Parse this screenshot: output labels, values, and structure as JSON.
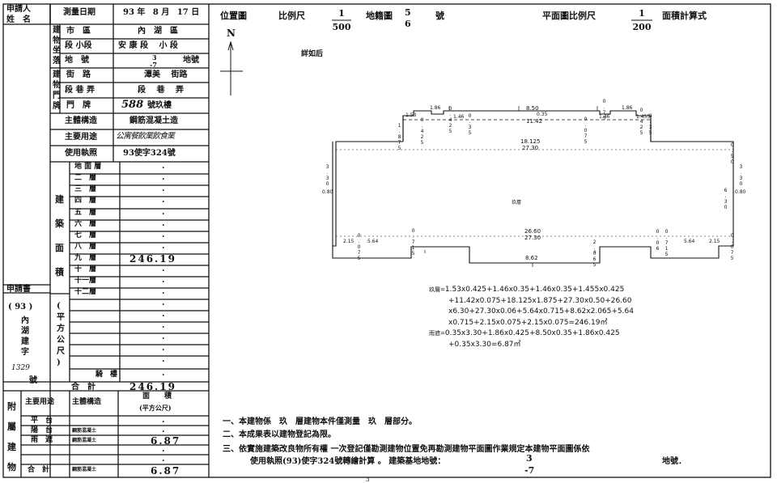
{
  "form": {
    "applicant_label": [
      "申請人",
      "姓　名"
    ],
    "survey_date_label": "測量日期",
    "survey_date": {
      "year": "93",
      "year_unit": "年",
      "month": "8",
      "month_unit": "月",
      "day": "17",
      "day_unit": "日"
    },
    "location": {
      "group_label": [
        "建",
        "物",
        "坐",
        "落"
      ],
      "city_label": "市　區",
      "city_value": "內　湖　區",
      "section_label": "段 小段",
      "section_value": "安 康 段　 小 段",
      "lot_label": "地　號",
      "lot_number_top": "3",
      "lot_number_bottom": "-7",
      "lot_suffix": "地號"
    },
    "door": {
      "group_label": [
        "建",
        "物",
        "門",
        "牌"
      ],
      "street_label": "街　路",
      "street_value": "潭美　 街路",
      "lane_label": "段 巷 弄",
      "lane_value": "段　 巷　 弄",
      "number_label": "門　牌",
      "number_value": "588",
      "number_suffix": "號玖樓"
    },
    "structure_label": "主體構造",
    "structure_value": "鋼筋混凝土造",
    "usage_label": "主要用途",
    "usage_value": "公寓餐飲業飲食業",
    "license_label": "使用執照",
    "license_value": "93使字324號",
    "area_group_label": [
      "建",
      "築",
      "面",
      "積"
    ],
    "unit_label": [
      "(",
      "平",
      "方",
      "公",
      "尺",
      ")"
    ],
    "floors": [
      {
        "label": "地 面 層",
        "value": "."
      },
      {
        "label": "二　層",
        "value": "."
      },
      {
        "label": "三　層",
        "value": "."
      },
      {
        "label": "四　層",
        "value": "."
      },
      {
        "label": "五　層",
        "value": "."
      },
      {
        "label": "六　層",
        "value": "."
      },
      {
        "label": "七　層",
        "value": "."
      },
      {
        "label": "八　層",
        "value": "."
      },
      {
        "label": "九　層",
        "value": "246.19"
      },
      {
        "label": "十　層",
        "value": "."
      },
      {
        "label": "十一層",
        "value": "."
      },
      {
        "label": "十二層",
        "value": "."
      },
      {
        "label": "",
        "value": "."
      },
      {
        "label": "",
        "value": "."
      },
      {
        "label": "",
        "value": "."
      },
      {
        "label": "",
        "value": "."
      },
      {
        "label": "",
        "value": "."
      },
      {
        "label": "",
        "value": "."
      }
    ],
    "arcade_label": "騎　樓",
    "arcade_value": ".",
    "total_label": "合　計",
    "total_value": "246.19",
    "application_label": "申請書",
    "application_year": "( 93 )",
    "application_place": [
      "內",
      "湖",
      "建",
      "字"
    ],
    "application_number": "1329",
    "application_suffix": "號"
  },
  "attached": {
    "group_label": [
      "附",
      "屬",
      "建",
      "物"
    ],
    "col_usage": "主要用途",
    "col_structure": "主體構造",
    "col_area": "面　　積",
    "col_area_unit": "(平方公尺)",
    "rows": [
      {
        "usage": "平　台",
        "structure": "",
        "area": "."
      },
      {
        "usage": "陽　台",
        "structure": "鋼筋混凝土",
        "area": "."
      },
      {
        "usage": "雨　遮",
        "structure": "鋼筋混凝土",
        "area": "6.87"
      },
      {
        "usage": "",
        "structure": "",
        "area": "."
      },
      {
        "usage": "",
        "structure": "",
        "area": "."
      }
    ],
    "total_label": "合　計",
    "total_structure": "鋼筋混凝土",
    "total_value": "6.87"
  },
  "header": {
    "location_map": "位置圖",
    "scale_label": "比例尺",
    "scale_num": "1",
    "scale_den": "500",
    "cadastral_label": "地籍圖",
    "cadastral_num": "5",
    "cadastral_den": "6",
    "cadastral_suffix": "號",
    "plan_scale_label": "平面圖比例尺",
    "plan_scale_num": "1",
    "plan_scale_den": "200",
    "area_calc_label": "面積計算式",
    "north": "N",
    "see_below": "詳如后"
  },
  "plan": {
    "floor_label": "玖層",
    "dims": {
      "top_left_1": "1.53",
      "top_left_2": "1.86",
      "top_left_3": "0.425",
      "top_left_4": "0.425",
      "top_left_5": "1.46",
      "top_left_6": "0.35",
      "top_center_1": "8.50",
      "top_center_2": "11.42",
      "top_center_3": "0.35",
      "top_right_1": "0.075",
      "top_right_2": "0.75",
      "top_right_3": "1.86",
      "top_right_4": "1.46",
      "top_right_5": "1.455",
      "top_right_6": "0.425",
      "top_right_7": "0.35",
      "left_1": "1.875",
      "inner_1": "18.125",
      "inner_2": "27.30",
      "left_side_1": "3.30",
      "left_side_2": "0.80",
      "right_side_1": "0.50",
      "right_side_2": "3.30",
      "right_side_3": "6.30",
      "right_side_4": "0.80",
      "bottom_center_1": "26.60",
      "bottom_center_2": "27.30",
      "bottom_left_1": "2.15",
      "bottom_left_2": "0.075",
      "bottom_left_3": "5.64",
      "bottom_left_4": "0.715",
      "bottom_mid": "8.62",
      "bottom_right_1": "2.065",
      "bottom_right_2": "0.06",
      "bottom_right_3": "0.715",
      "bottom_right_4": "5.64",
      "bottom_right_5": "2.15",
      "bottom_right_6": "0.075"
    },
    "calc": {
      "label_9f": "玖層=",
      "line1": "1.53x0.425+1.46x0.35+1.46x0.35+1.455x0.425",
      "line2": "+11.42x0.075+18.125x1.875+27.30x0.50+26.60",
      "line3": "x6.30+27.30x0.06+5.64x0.715+8.62x2.065+5.64",
      "line4": "x0.715+2.15x0.075+2.15x0.075=246.19㎡",
      "label_rain": "雨遮=",
      "line5": "0.35x3.30+1.86x0.425+8.50x0.35+1.86x0.425",
      "line6": "+0.35x3.30=6.87㎡"
    }
  },
  "notes": {
    "n1_prefix": "一、本建物係",
    "n1_a": "玖",
    "n1_mid": "層建物本件僅測量",
    "n1_b": "玖",
    "n1_suffix": "層部分。",
    "n2": "二、本成果表以建物登記為限。",
    "n3_line1": "三、依實施建築改良物所有權 一次登記僅勘測建物位置免再勘測建物平面圖作業規定本建物平面圖係依",
    "n3_line2_prefix": "使用執照(93)使字324號轉繪計算 。 建築基地地號：",
    "n3_lot_top": "3",
    "n3_lot_bottom": "-7",
    "n3_suffix": "地號．"
  },
  "footer": {
    "page_mark": "3"
  }
}
